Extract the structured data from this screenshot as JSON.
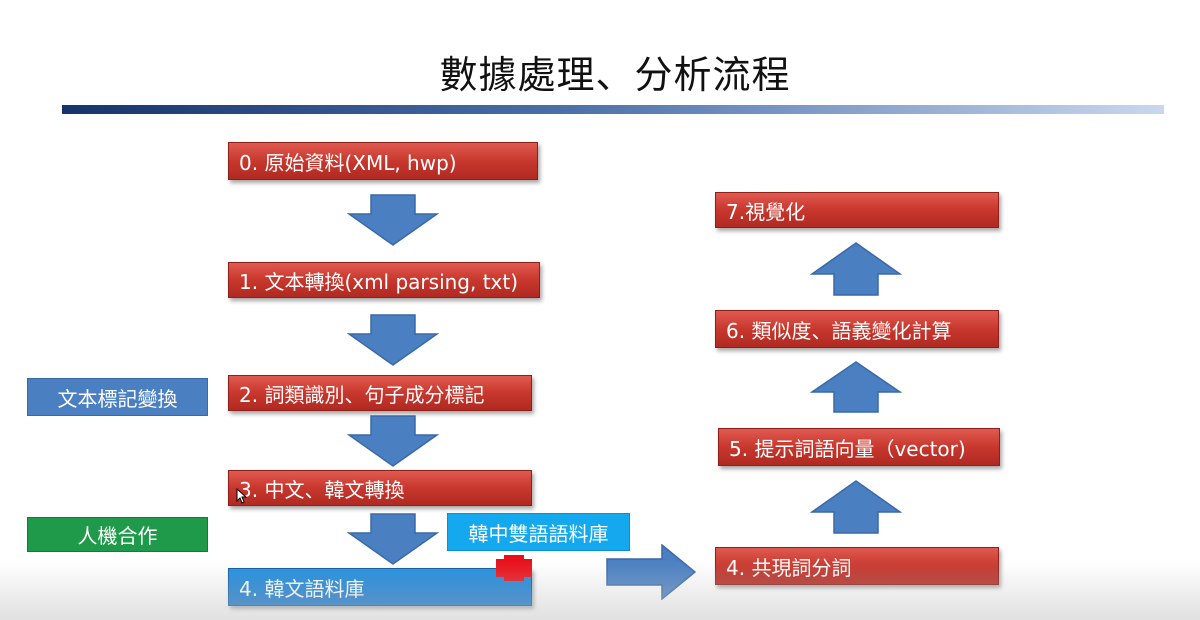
{
  "slide": {
    "title": "數據處理、分析流程"
  },
  "steps_left": [
    {
      "label": "0. 原始資料(XML,   hwp)"
    },
    {
      "label": "1. 文本轉換(xml parsing, txt)"
    },
    {
      "label": "2. 詞類識別、句子成分標記"
    },
    {
      "label": "3. 中文、韓文轉換"
    },
    {
      "label": "4. 韓文語料庫"
    }
  ],
  "steps_right": [
    {
      "label": "7.視覺化"
    },
    {
      "label": "6. 類似度、語義變化計算"
    },
    {
      "label": "5. 提示詞語向量（vector)"
    },
    {
      "label": "4. 共現詞分詞"
    }
  ],
  "side_labels": {
    "text_tagging": "文本標記變換",
    "human_machine": "人機合作",
    "bilingual_corpus": "韓中雙語語料庫"
  },
  "colors": {
    "step_red": "#c8372d",
    "step_blue": "#0b6fc8",
    "arrow_blue": "#4a7fc1",
    "label_green": "#1e9a4a",
    "label_cyan": "#14a8ef",
    "marker_red": "#e8101a"
  }
}
